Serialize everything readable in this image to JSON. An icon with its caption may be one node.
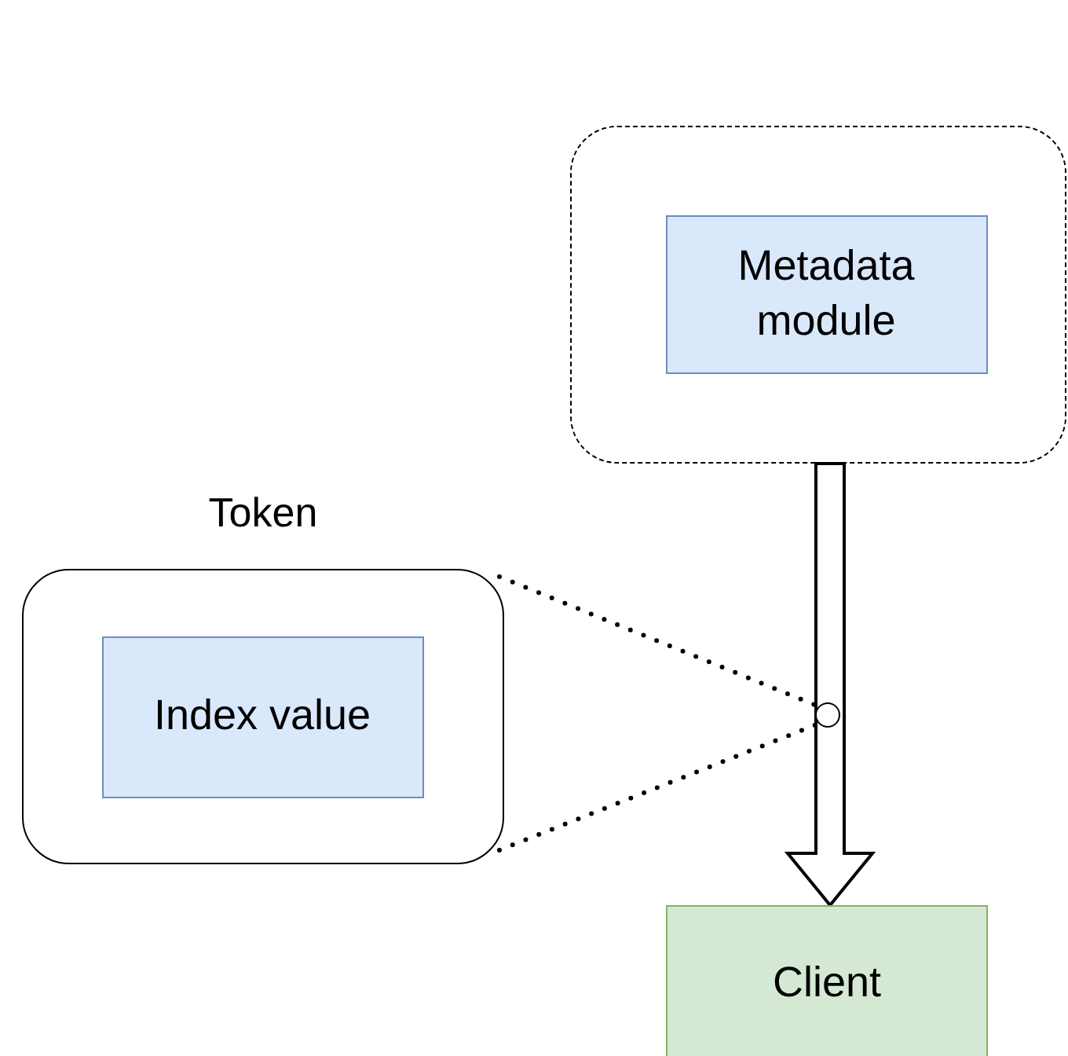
{
  "diagram": {
    "nodes": [
      {
        "text": [],
        "shape": "box"
      },
      {
        "text": [
          "Metadata module"
        ],
        "in": 0
      },
      {
        "text": [
          "Token"
        ]
      },
      {
        "text": [
          "Index value"
        ],
        "in": 2
      },
      {
        "text": [],
        "shape": "circle"
      },
      {
        "text": [
          "Client"
        ]
      }
    ],
    "edges": [
      {
        "from": 0,
        "to": 5,
        "arrow": "to",
        "style": "thick"
      },
      {
        "from": 2,
        "to": 4,
        "arrow": "none",
        "style": "dashed"
      },
      {
        "from": 2,
        "to": 4,
        "arrow": "none",
        "style": "dashed"
      }
    ]
  }
}
